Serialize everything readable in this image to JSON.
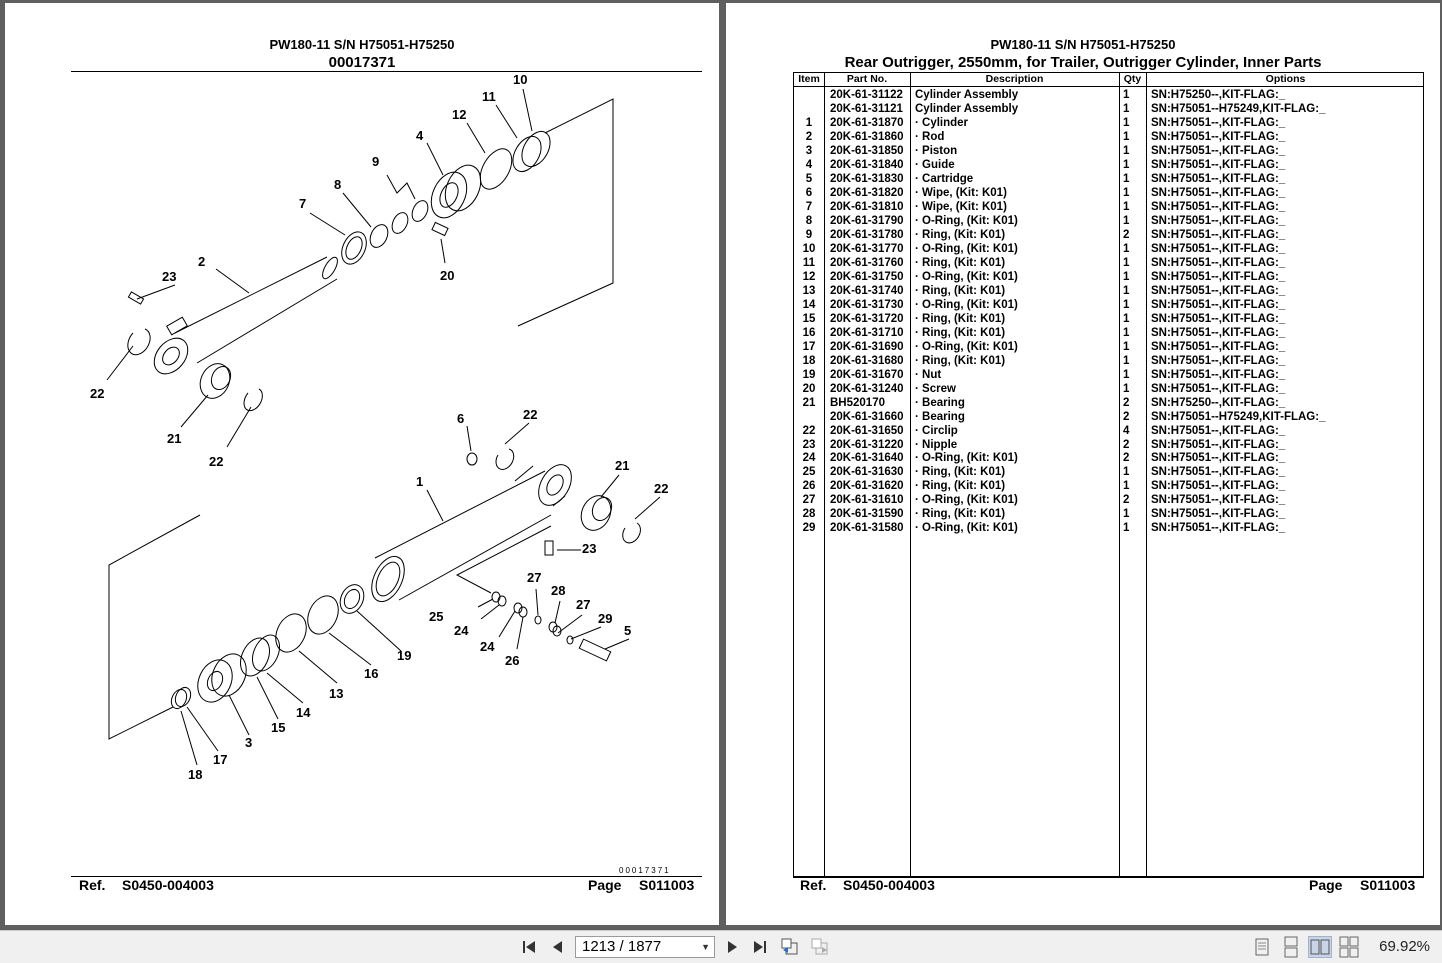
{
  "left_page": {
    "model": "PW180-11 S/N H75051-H75250",
    "illustration_no": "00017371",
    "corner_code": "00017371",
    "ref_label": "Ref.",
    "ref_value": "S0450-004003",
    "page_label": "Page",
    "page_value": "S011003",
    "callouts": [
      "1",
      "2",
      "3",
      "4",
      "5",
      "6",
      "7",
      "8",
      "9",
      "10",
      "11",
      "12",
      "13",
      "14",
      "15",
      "16",
      "17",
      "18",
      "19",
      "20",
      "21",
      "21",
      "22",
      "22",
      "22",
      "22",
      "23",
      "23",
      "24",
      "24",
      "25",
      "26",
      "27",
      "27",
      "28",
      "29"
    ]
  },
  "right_page": {
    "model": "PW180-11 S/N H75051-H75250",
    "title": "Rear Outrigger, 2550mm, for Trailer, Outrigger Cylinder, Inner Parts",
    "ref_label": "Ref.",
    "ref_value": "S0450-004003",
    "page_label": "Page",
    "page_value": "S011003",
    "table": {
      "headers": {
        "item": "Item",
        "part_no": "Part No.",
        "description": "Description",
        "qty": "Qty",
        "options": "Options"
      },
      "rows": [
        {
          "item": "",
          "part": "20K-61-31122",
          "desc": "Cylinder Assembly",
          "qty": "1",
          "opt": "SN:H75250--,KIT-FLAG:_"
        },
        {
          "item": "",
          "part": "20K-61-31121",
          "desc": "Cylinder Assembly",
          "qty": "1",
          "opt": "SN:H75051--H75249,KIT-FLAG:_"
        },
        {
          "item": "1",
          "part": "20K-61-31870",
          "desc": "· Cylinder",
          "qty": "1",
          "opt": "SN:H75051--,KIT-FLAG:_"
        },
        {
          "item": "2",
          "part": "20K-61-31860",
          "desc": "· Rod",
          "qty": "1",
          "opt": "SN:H75051--,KIT-FLAG:_"
        },
        {
          "item": "3",
          "part": "20K-61-31850",
          "desc": "· Piston",
          "qty": "1",
          "opt": "SN:H75051--,KIT-FLAG:_"
        },
        {
          "item": "4",
          "part": "20K-61-31840",
          "desc": "· Guide",
          "qty": "1",
          "opt": "SN:H75051--,KIT-FLAG:_"
        },
        {
          "item": "5",
          "part": "20K-61-31830",
          "desc": "· Cartridge",
          "qty": "1",
          "opt": "SN:H75051--,KIT-FLAG:_"
        },
        {
          "item": "6",
          "part": "20K-61-31820",
          "desc": "· Wipe, (Kit: K01)",
          "qty": "1",
          "opt": "SN:H75051--,KIT-FLAG:_"
        },
        {
          "item": "7",
          "part": "20K-61-31810",
          "desc": "· Wipe, (Kit: K01)",
          "qty": "1",
          "opt": "SN:H75051--,KIT-FLAG:_"
        },
        {
          "item": "8",
          "part": "20K-61-31790",
          "desc": "· O-Ring, (Kit: K01)",
          "qty": "1",
          "opt": "SN:H75051--,KIT-FLAG:_"
        },
        {
          "item": "9",
          "part": "20K-61-31780",
          "desc": "· Ring, (Kit: K01)",
          "qty": "2",
          "opt": "SN:H75051--,KIT-FLAG:_"
        },
        {
          "item": "10",
          "part": "20K-61-31770",
          "desc": "· O-Ring, (Kit: K01)",
          "qty": "1",
          "opt": "SN:H75051--,KIT-FLAG:_"
        },
        {
          "item": "11",
          "part": "20K-61-31760",
          "desc": "· Ring, (Kit: K01)",
          "qty": "1",
          "opt": "SN:H75051--,KIT-FLAG:_"
        },
        {
          "item": "12",
          "part": "20K-61-31750",
          "desc": "· O-Ring, (Kit: K01)",
          "qty": "1",
          "opt": "SN:H75051--,KIT-FLAG:_"
        },
        {
          "item": "13",
          "part": "20K-61-31740",
          "desc": "· Ring, (Kit: K01)",
          "qty": "1",
          "opt": "SN:H75051--,KIT-FLAG:_"
        },
        {
          "item": "14",
          "part": "20K-61-31730",
          "desc": "· O-Ring, (Kit: K01)",
          "qty": "1",
          "opt": "SN:H75051--,KIT-FLAG:_"
        },
        {
          "item": "15",
          "part": "20K-61-31720",
          "desc": "· Ring, (Kit: K01)",
          "qty": "1",
          "opt": "SN:H75051--,KIT-FLAG:_"
        },
        {
          "item": "16",
          "part": "20K-61-31710",
          "desc": "· Ring, (Kit: K01)",
          "qty": "1",
          "opt": "SN:H75051--,KIT-FLAG:_"
        },
        {
          "item": "17",
          "part": "20K-61-31690",
          "desc": "· O-Ring, (Kit: K01)",
          "qty": "1",
          "opt": "SN:H75051--,KIT-FLAG:_"
        },
        {
          "item": "18",
          "part": "20K-61-31680",
          "desc": "· Ring, (Kit: K01)",
          "qty": "1",
          "opt": "SN:H75051--,KIT-FLAG:_"
        },
        {
          "item": "19",
          "part": "20K-61-31670",
          "desc": "· Nut",
          "qty": "1",
          "opt": "SN:H75051--,KIT-FLAG:_"
        },
        {
          "item": "20",
          "part": "20K-61-31240",
          "desc": "· Screw",
          "qty": "1",
          "opt": "SN:H75051--,KIT-FLAG:_"
        },
        {
          "item": "21",
          "part": "BH520170",
          "desc": "· Bearing",
          "qty": "2",
          "opt": "SN:H75250--,KIT-FLAG:_"
        },
        {
          "item": "",
          "part": "20K-61-31660",
          "desc": "· Bearing",
          "qty": "2",
          "opt": "SN:H75051--H75249,KIT-FLAG:_"
        },
        {
          "item": "22",
          "part": "20K-61-31650",
          "desc": "· Circlip",
          "qty": "4",
          "opt": "SN:H75051--,KIT-FLAG:_"
        },
        {
          "item": "23",
          "part": "20K-61-31220",
          "desc": "· Nipple",
          "qty": "2",
          "opt": "SN:H75051--,KIT-FLAG:_"
        },
        {
          "item": "24",
          "part": "20K-61-31640",
          "desc": "· O-Ring, (Kit: K01)",
          "qty": "2",
          "opt": "SN:H75051--,KIT-FLAG:_"
        },
        {
          "item": "25",
          "part": "20K-61-31630",
          "desc": "· Ring, (Kit: K01)",
          "qty": "1",
          "opt": "SN:H75051--,KIT-FLAG:_"
        },
        {
          "item": "26",
          "part": "20K-61-31620",
          "desc": "· Ring, (Kit: K01)",
          "qty": "1",
          "opt": "SN:H75051--,KIT-FLAG:_"
        },
        {
          "item": "27",
          "part": "20K-61-31610",
          "desc": "· O-Ring, (Kit: K01)",
          "qty": "2",
          "opt": "SN:H75051--,KIT-FLAG:_"
        },
        {
          "item": "28",
          "part": "20K-61-31590",
          "desc": "· Ring, (Kit: K01)",
          "qty": "1",
          "opt": "SN:H75051--,KIT-FLAG:_"
        },
        {
          "item": "29",
          "part": "20K-61-31580",
          "desc": "· O-Ring, (Kit: K01)",
          "qty": "1",
          "opt": "SN:H75051--,KIT-FLAG:_"
        }
      ]
    }
  },
  "toolbar": {
    "page_indicator": "1213 / 1877",
    "zoom": "69.92%",
    "icons": [
      "first-page-icon",
      "prev-page-icon",
      "next-page-icon",
      "last-page-icon",
      "go-back-view-icon",
      "go-forward-view-icon",
      "single-page-view-icon",
      "continuous-view-icon",
      "facing-view-icon",
      "continuous-facing-view-icon"
    ]
  }
}
